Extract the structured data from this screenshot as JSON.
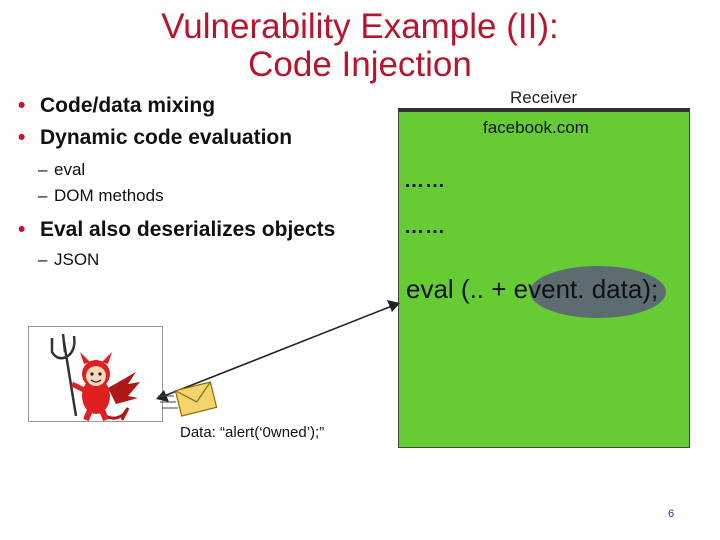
{
  "slide": {
    "title_line1": "Vulnerability Example (II):",
    "title_line2": "Code Injection",
    "bullets": [
      {
        "text": "Code/data mixing"
      },
      {
        "text": "Dynamic code evaluation",
        "subs": [
          "eval",
          "DOM methods"
        ]
      },
      {
        "text": "Eval also deserializes objects",
        "subs": [
          "JSON"
        ]
      }
    ],
    "bullet_marker": "•",
    "sub_marker": "–",
    "page_number": "6"
  },
  "receiver": {
    "label": "Receiver",
    "site": "facebook.com",
    "dots1": "……",
    "dots2": "……",
    "code_prefix": "eval (.. + ",
    "code_highlight": "event. data",
    "code_suffix": ");"
  },
  "attacker": {
    "payload": "Data: “alert(‘0wned’);”"
  },
  "colors": {
    "title": "#b8142c",
    "receiver_fill": "#66cc33",
    "highlight_ellipse": "#5c6278",
    "envelope": "#f3d36b"
  }
}
